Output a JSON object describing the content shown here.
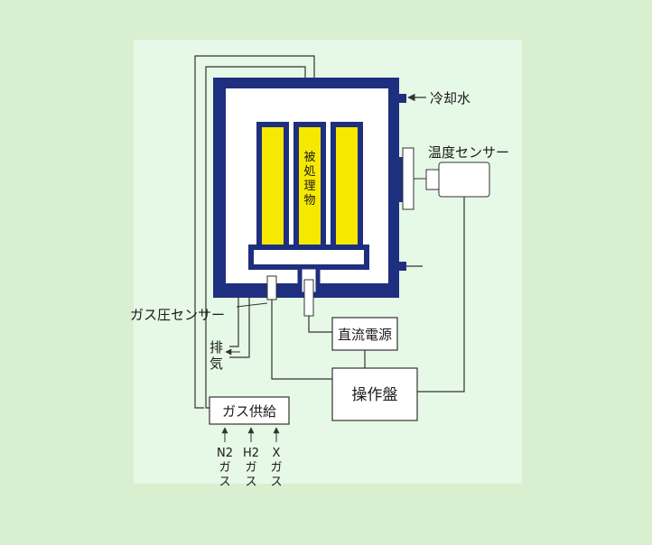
{
  "diagram": {
    "cooling_water": "冷却水",
    "temp_sensor": "温度センサー",
    "workpiece": [
      "被",
      "処",
      "理",
      "物"
    ],
    "gas_pressure_sensor": "ガス圧センサー",
    "exhaust": [
      "排",
      "気"
    ],
    "dc_power": "直流電源",
    "control_panel": "操作盤",
    "gas_supply": "ガス供給",
    "gas_inputs": [
      {
        "name": "N2",
        "unit": [
          "ガ",
          "ス"
        ]
      },
      {
        "name": "H2",
        "unit": [
          "ガ",
          "ス"
        ]
      },
      {
        "name": "X",
        "unit": [
          "ガ",
          "ス"
        ]
      }
    ],
    "colors": {
      "background": "#d8f0d0",
      "panel": "#e6f8e6",
      "chamber_wall": "#1f2f7f",
      "workpiece": "#f6e800",
      "line": "#333333"
    }
  }
}
